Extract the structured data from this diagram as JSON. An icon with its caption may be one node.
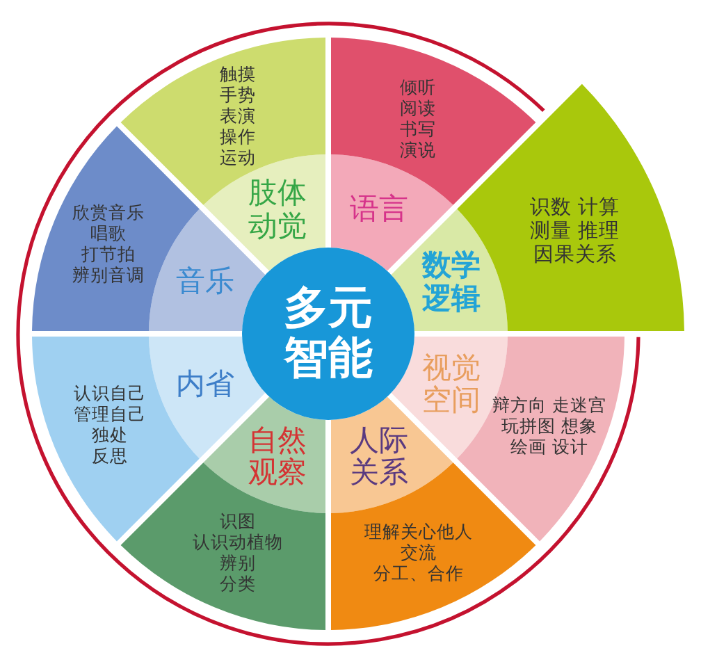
{
  "diagram": {
    "nodes": [
      {
        "text": [
          "多元智能"
        ]
      },
      {
        "text": [
          "肢体动觉"
        ]
      },
      {
        "text": [
          "触摸",
          "手势",
          "表演",
          "操作",
          "运动"
        ]
      },
      {
        "text": [
          "语言"
        ]
      },
      {
        "text": [
          "倾听",
          "阅读",
          "书写",
          "演说"
        ]
      },
      {
        "text": [
          "数学逻辑"
        ]
      },
      {
        "text": [
          "识数 计算",
          "测量 推理",
          "因果关系"
        ]
      },
      {
        "text": [
          "视觉空间"
        ]
      },
      {
        "text": [
          "辩方向 走迷宫",
          "玩拼图 想象",
          "绘画 设计"
        ]
      },
      {
        "text": [
          "人际关系"
        ]
      },
      {
        "text": [
          "理解关心他人",
          "交流",
          "分工、合作"
        ]
      },
      {
        "text": [
          "自然观察"
        ]
      },
      {
        "text": [
          "识图",
          "认识动植物",
          "辨别",
          "分类"
        ]
      },
      {
        "text": [
          "内省"
        ]
      },
      {
        "text": [
          "认识自己",
          "管理自己",
          "独处",
          "反思"
        ]
      },
      {
        "text": [
          "音乐"
        ]
      },
      {
        "text": [
          "欣赏音乐",
          "唱歌",
          "打节拍",
          "辨别音调"
        ]
      }
    ]
  }
}
